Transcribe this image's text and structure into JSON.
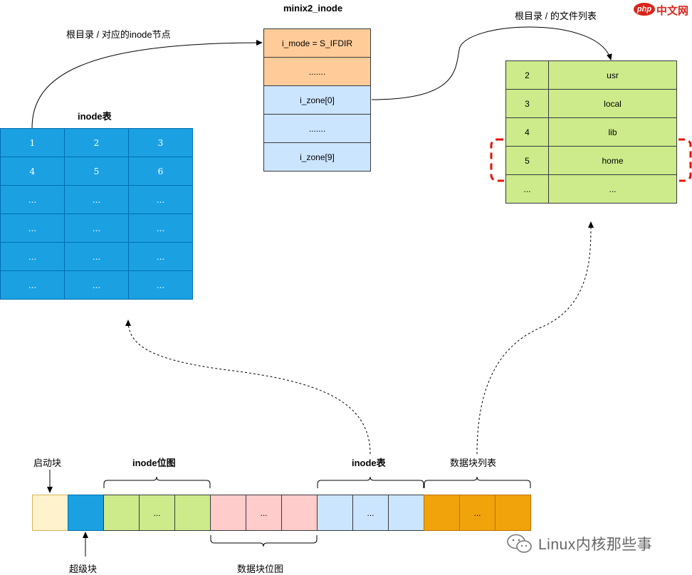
{
  "titles": {
    "minix2": "minix2_inode",
    "root_inode": "根目录 / 对应的inode节点",
    "root_files": "根目录 / 的文件列表",
    "inode_table": "inode表"
  },
  "inode_table": {
    "rows": [
      [
        "1",
        "2",
        "3"
      ],
      [
        "4",
        "5",
        "6"
      ],
      [
        "...",
        "...",
        "..."
      ],
      [
        "...",
        "...",
        "..."
      ],
      [
        "...",
        "...",
        "..."
      ],
      [
        "...",
        "...",
        "..."
      ]
    ]
  },
  "minix2_inode": {
    "fields": [
      {
        "text": "i_mode = S_IFDIR",
        "color": "#ffcc99"
      },
      {
        "text": ".......",
        "color": "#ffcc99"
      },
      {
        "text": "i_zone[0]",
        "color": "#cce5ff"
      },
      {
        "text": ".......",
        "color": "#cce5ff"
      },
      {
        "text": "i_zone[9]",
        "color": "#cce5ff"
      }
    ]
  },
  "dir_list": {
    "rows": [
      {
        "ino": "2",
        "name": "usr"
      },
      {
        "ino": "3",
        "name": "local"
      },
      {
        "ino": "4",
        "name": "lib"
      },
      {
        "ino": "5",
        "name": "home"
      },
      {
        "ino": "...",
        "name": "..."
      }
    ],
    "highlight_color": "#e51400"
  },
  "disk": {
    "labels": {
      "boot": "启动块",
      "super": "超级块",
      "inode_bitmap": "inode位图",
      "zone_bitmap": "数据块位图",
      "inode_table": "inode表",
      "data_list": "数据块列表"
    },
    "blocks": [
      {
        "text": "",
        "color": "#fff2cc",
        "border": "#d6b656"
      },
      {
        "text": "",
        "color": "#1ba1e2",
        "border": "#006eaf"
      },
      {
        "text": "",
        "color": "#cdeb8b"
      },
      {
        "text": "...",
        "color": "#cdeb8b"
      },
      {
        "text": "",
        "color": "#cdeb8b"
      },
      {
        "text": "",
        "color": "#ffcccc"
      },
      {
        "text": "...",
        "color": "#ffcccc"
      },
      {
        "text": "",
        "color": "#ffcccc"
      },
      {
        "text": "",
        "color": "#cce5ff"
      },
      {
        "text": "...",
        "color": "#cce5ff"
      },
      {
        "text": "",
        "color": "#cce5ff"
      },
      {
        "text": "",
        "color": "#f0a30a",
        "border": "#bd7000"
      },
      {
        "text": "...",
        "color": "#f0a30a",
        "border": "#bd7000"
      },
      {
        "text": "",
        "color": "#f0a30a",
        "border": "#bd7000"
      }
    ]
  },
  "logo": {
    "text": "中文网",
    "prefix": "php"
  },
  "watermark": {
    "text": "Linux内核那些事"
  }
}
